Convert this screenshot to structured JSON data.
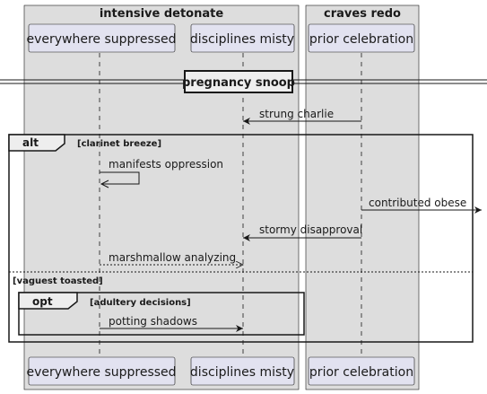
{
  "boxes": [
    {
      "title": "intensive detonate"
    },
    {
      "title": "craves redo"
    }
  ],
  "participants": [
    {
      "label": "everywhere suppressed"
    },
    {
      "label": "disciplines misty"
    },
    {
      "label": "prior celebration"
    }
  ],
  "divider": {
    "label": "pregnancy snoop"
  },
  "messages": [
    {
      "text": "strung charlie"
    },
    {
      "text": "manifests oppression"
    },
    {
      "text": "contributed obese"
    },
    {
      "text": "stormy disapproval"
    },
    {
      "text": "marshmallow analyzing"
    },
    {
      "text": "potting shadows"
    }
  ],
  "frames": {
    "alt": {
      "title": "alt",
      "condition": "[clarinet breeze]",
      "else_condition": "[vaguest toasted]"
    },
    "opt": {
      "title": "opt",
      "condition": "[adultery decisions]"
    }
  },
  "colors": {
    "box_fill": "#dddddd",
    "participant_fill": "#e2e2f0",
    "participant_border": "#181818",
    "line": "#181818"
  }
}
